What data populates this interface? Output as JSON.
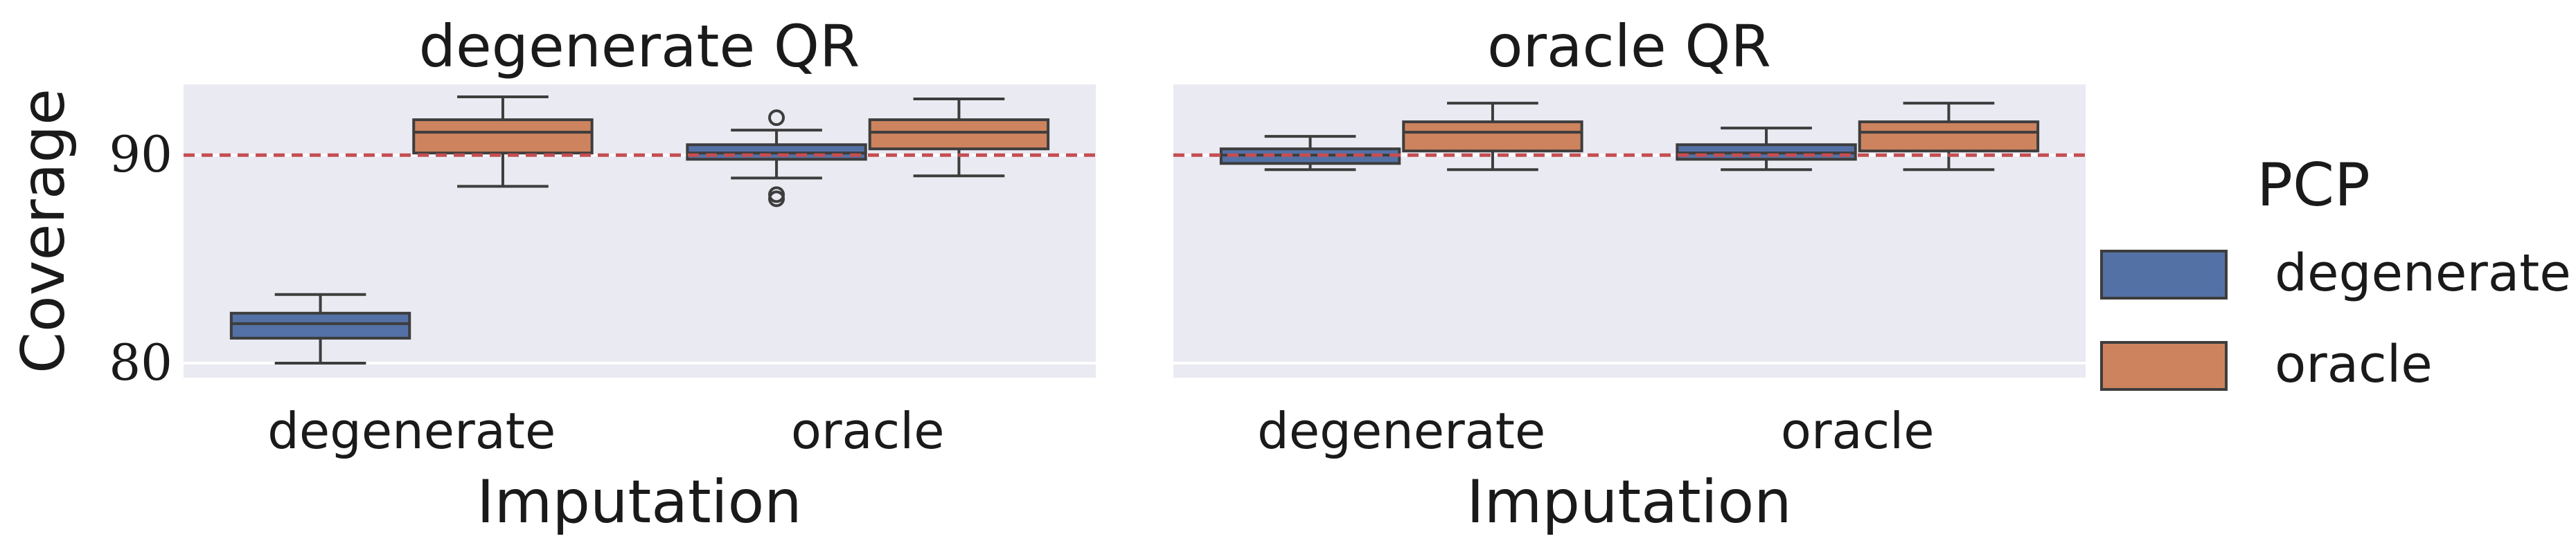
{
  "figure": {
    "ylabel": "Coverage",
    "legend": {
      "title": "PCP",
      "entries": [
        {
          "label": "degenerate",
          "color": "#5471a6"
        },
        {
          "label": "oracle",
          "color": "#cd845e"
        }
      ],
      "placement": "right"
    }
  },
  "chart_data": [
    {
      "type": "box",
      "title": "degenerate QR",
      "xlabel": "Imputation",
      "ylabel": "Coverage",
      "categories": [
        "degenerate",
        "oracle"
      ],
      "ylim": [
        79.3,
        93.4
      ],
      "yticks": [
        80,
        90
      ],
      "reference_line": {
        "y": 90,
        "style": "dashed",
        "color": "#c44e52"
      },
      "grid": true,
      "series": [
        {
          "name": "degenerate",
          "color": "#5471a6",
          "boxes": [
            {
              "whislo": 80.0,
              "q1": 81.2,
              "med": 81.9,
              "q3": 82.4,
              "whishi": 83.3,
              "fliers": []
            },
            {
              "whislo": 88.9,
              "q1": 89.8,
              "med": 90.1,
              "q3": 90.5,
              "whishi": 91.2,
              "fliers": [
                91.8,
                88.1,
                87.9
              ]
            }
          ]
        },
        {
          "name": "oracle",
          "color": "#cd845e",
          "boxes": [
            {
              "whislo": 88.5,
              "q1": 90.1,
              "med": 91.1,
              "q3": 91.7,
              "whishi": 92.8,
              "fliers": []
            },
            {
              "whislo": 89.0,
              "q1": 90.3,
              "med": 91.1,
              "q3": 91.7,
              "whishi": 92.7,
              "fliers": []
            }
          ]
        }
      ]
    },
    {
      "type": "box",
      "title": "oracle QR",
      "xlabel": "Imputation",
      "ylabel": "",
      "categories": [
        "degenerate",
        "oracle"
      ],
      "ylim": [
        79.3,
        93.4
      ],
      "yticks": [
        80,
        90
      ],
      "reference_line": {
        "y": 90,
        "style": "dashed",
        "color": "#c44e52"
      },
      "grid": true,
      "series": [
        {
          "name": "degenerate",
          "color": "#5471a6",
          "boxes": [
            {
              "whislo": 89.3,
              "q1": 89.6,
              "med": 90.0,
              "q3": 90.3,
              "whishi": 90.9,
              "fliers": []
            },
            {
              "whislo": 89.3,
              "q1": 89.8,
              "med": 90.1,
              "q3": 90.5,
              "whishi": 91.3,
              "fliers": []
            }
          ]
        },
        {
          "name": "oracle",
          "color": "#cd845e",
          "boxes": [
            {
              "whislo": 89.3,
              "q1": 90.2,
              "med": 91.1,
              "q3": 91.6,
              "whishi": 92.5,
              "fliers": []
            },
            {
              "whislo": 89.3,
              "q1": 90.2,
              "med": 91.1,
              "q3": 91.6,
              "whishi": 92.5,
              "fliers": []
            }
          ]
        }
      ]
    }
  ]
}
